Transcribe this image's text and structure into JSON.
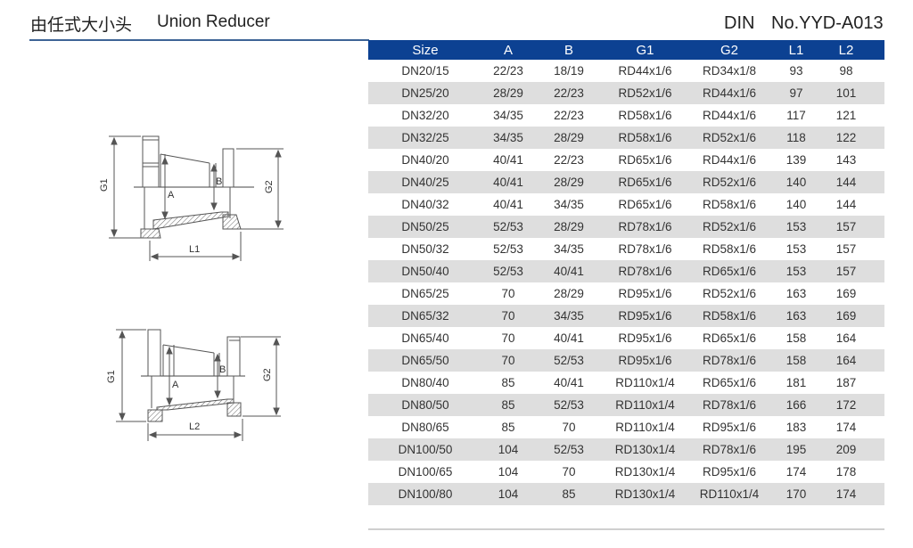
{
  "header": {
    "title_cn": "由任式大小头",
    "title_en": "Union Reducer",
    "standard": "DIN",
    "product_no": "No.YYD-A013"
  },
  "colors": {
    "header_bg": "#0c4192",
    "header_text": "#ffffff",
    "row_alt_bg": "#dedede",
    "rule": "#3d6496"
  },
  "drawings": [
    {
      "name": "diagram-l1",
      "labels": {
        "g1": "G1",
        "g2": "G2",
        "a": "A",
        "b": "B",
        "length": "L1"
      }
    },
    {
      "name": "diagram-l2",
      "labels": {
        "g1": "G1",
        "g2": "G2",
        "a": "A",
        "b": "B",
        "length": "L2"
      }
    }
  ],
  "table": {
    "columns": [
      "Size",
      "A",
      "B",
      "G1",
      "G2",
      "L1",
      "L2"
    ],
    "rows": [
      [
        "DN20/15",
        "22/23",
        "18/19",
        "RD44x1/6",
        "RD34x1/8",
        "93",
        "98"
      ],
      [
        "DN25/20",
        "28/29",
        "22/23",
        "RD52x1/6",
        "RD44x1/6",
        "97",
        "101"
      ],
      [
        "DN32/20",
        "34/35",
        "22/23",
        "RD58x1/6",
        "RD44x1/6",
        "117",
        "121"
      ],
      [
        "DN32/25",
        "34/35",
        "28/29",
        "RD58x1/6",
        "RD52x1/6",
        "118",
        "122"
      ],
      [
        "DN40/20",
        "40/41",
        "22/23",
        "RD65x1/6",
        "RD44x1/6",
        "139",
        "143"
      ],
      [
        "DN40/25",
        "40/41",
        "28/29",
        "RD65x1/6",
        "RD52x1/6",
        "140",
        "144"
      ],
      [
        "DN40/32",
        "40/41",
        "34/35",
        "RD65x1/6",
        "RD58x1/6",
        "140",
        "144"
      ],
      [
        "DN50/25",
        "52/53",
        "28/29",
        "RD78x1/6",
        "RD52x1/6",
        "153",
        "157"
      ],
      [
        "DN50/32",
        "52/53",
        "34/35",
        "RD78x1/6",
        "RD58x1/6",
        "153",
        "157"
      ],
      [
        "DN50/40",
        "52/53",
        "40/41",
        "RD78x1/6",
        "RD65x1/6",
        "153",
        "157"
      ],
      [
        "DN65/25",
        "70",
        "28/29",
        "RD95x1/6",
        "RD52x1/6",
        "163",
        "169"
      ],
      [
        "DN65/32",
        "70",
        "34/35",
        "RD95x1/6",
        "RD58x1/6",
        "163",
        "169"
      ],
      [
        "DN65/40",
        "70",
        "40/41",
        "RD95x1/6",
        "RD65x1/6",
        "158",
        "164"
      ],
      [
        "DN65/50",
        "70",
        "52/53",
        "RD95x1/6",
        "RD78x1/6",
        "158",
        "164"
      ],
      [
        "DN80/40",
        "85",
        "40/41",
        "RD110x1/4",
        "RD65x1/6",
        "181",
        "187"
      ],
      [
        "DN80/50",
        "85",
        "52/53",
        "RD110x1/4",
        "RD78x1/6",
        "166",
        "172"
      ],
      [
        "DN80/65",
        "85",
        "70",
        "RD110x1/4",
        "RD95x1/6",
        "183",
        "174"
      ],
      [
        "DN100/50",
        "104",
        "52/53",
        "RD130x1/4",
        "RD78x1/6",
        "195",
        "209"
      ],
      [
        "DN100/65",
        "104",
        "70",
        "RD130x1/4",
        "RD95x1/6",
        "174",
        "178"
      ],
      [
        "DN100/80",
        "104",
        "85",
        "RD130x1/4",
        "RD110x1/4",
        "170",
        "174"
      ]
    ]
  }
}
